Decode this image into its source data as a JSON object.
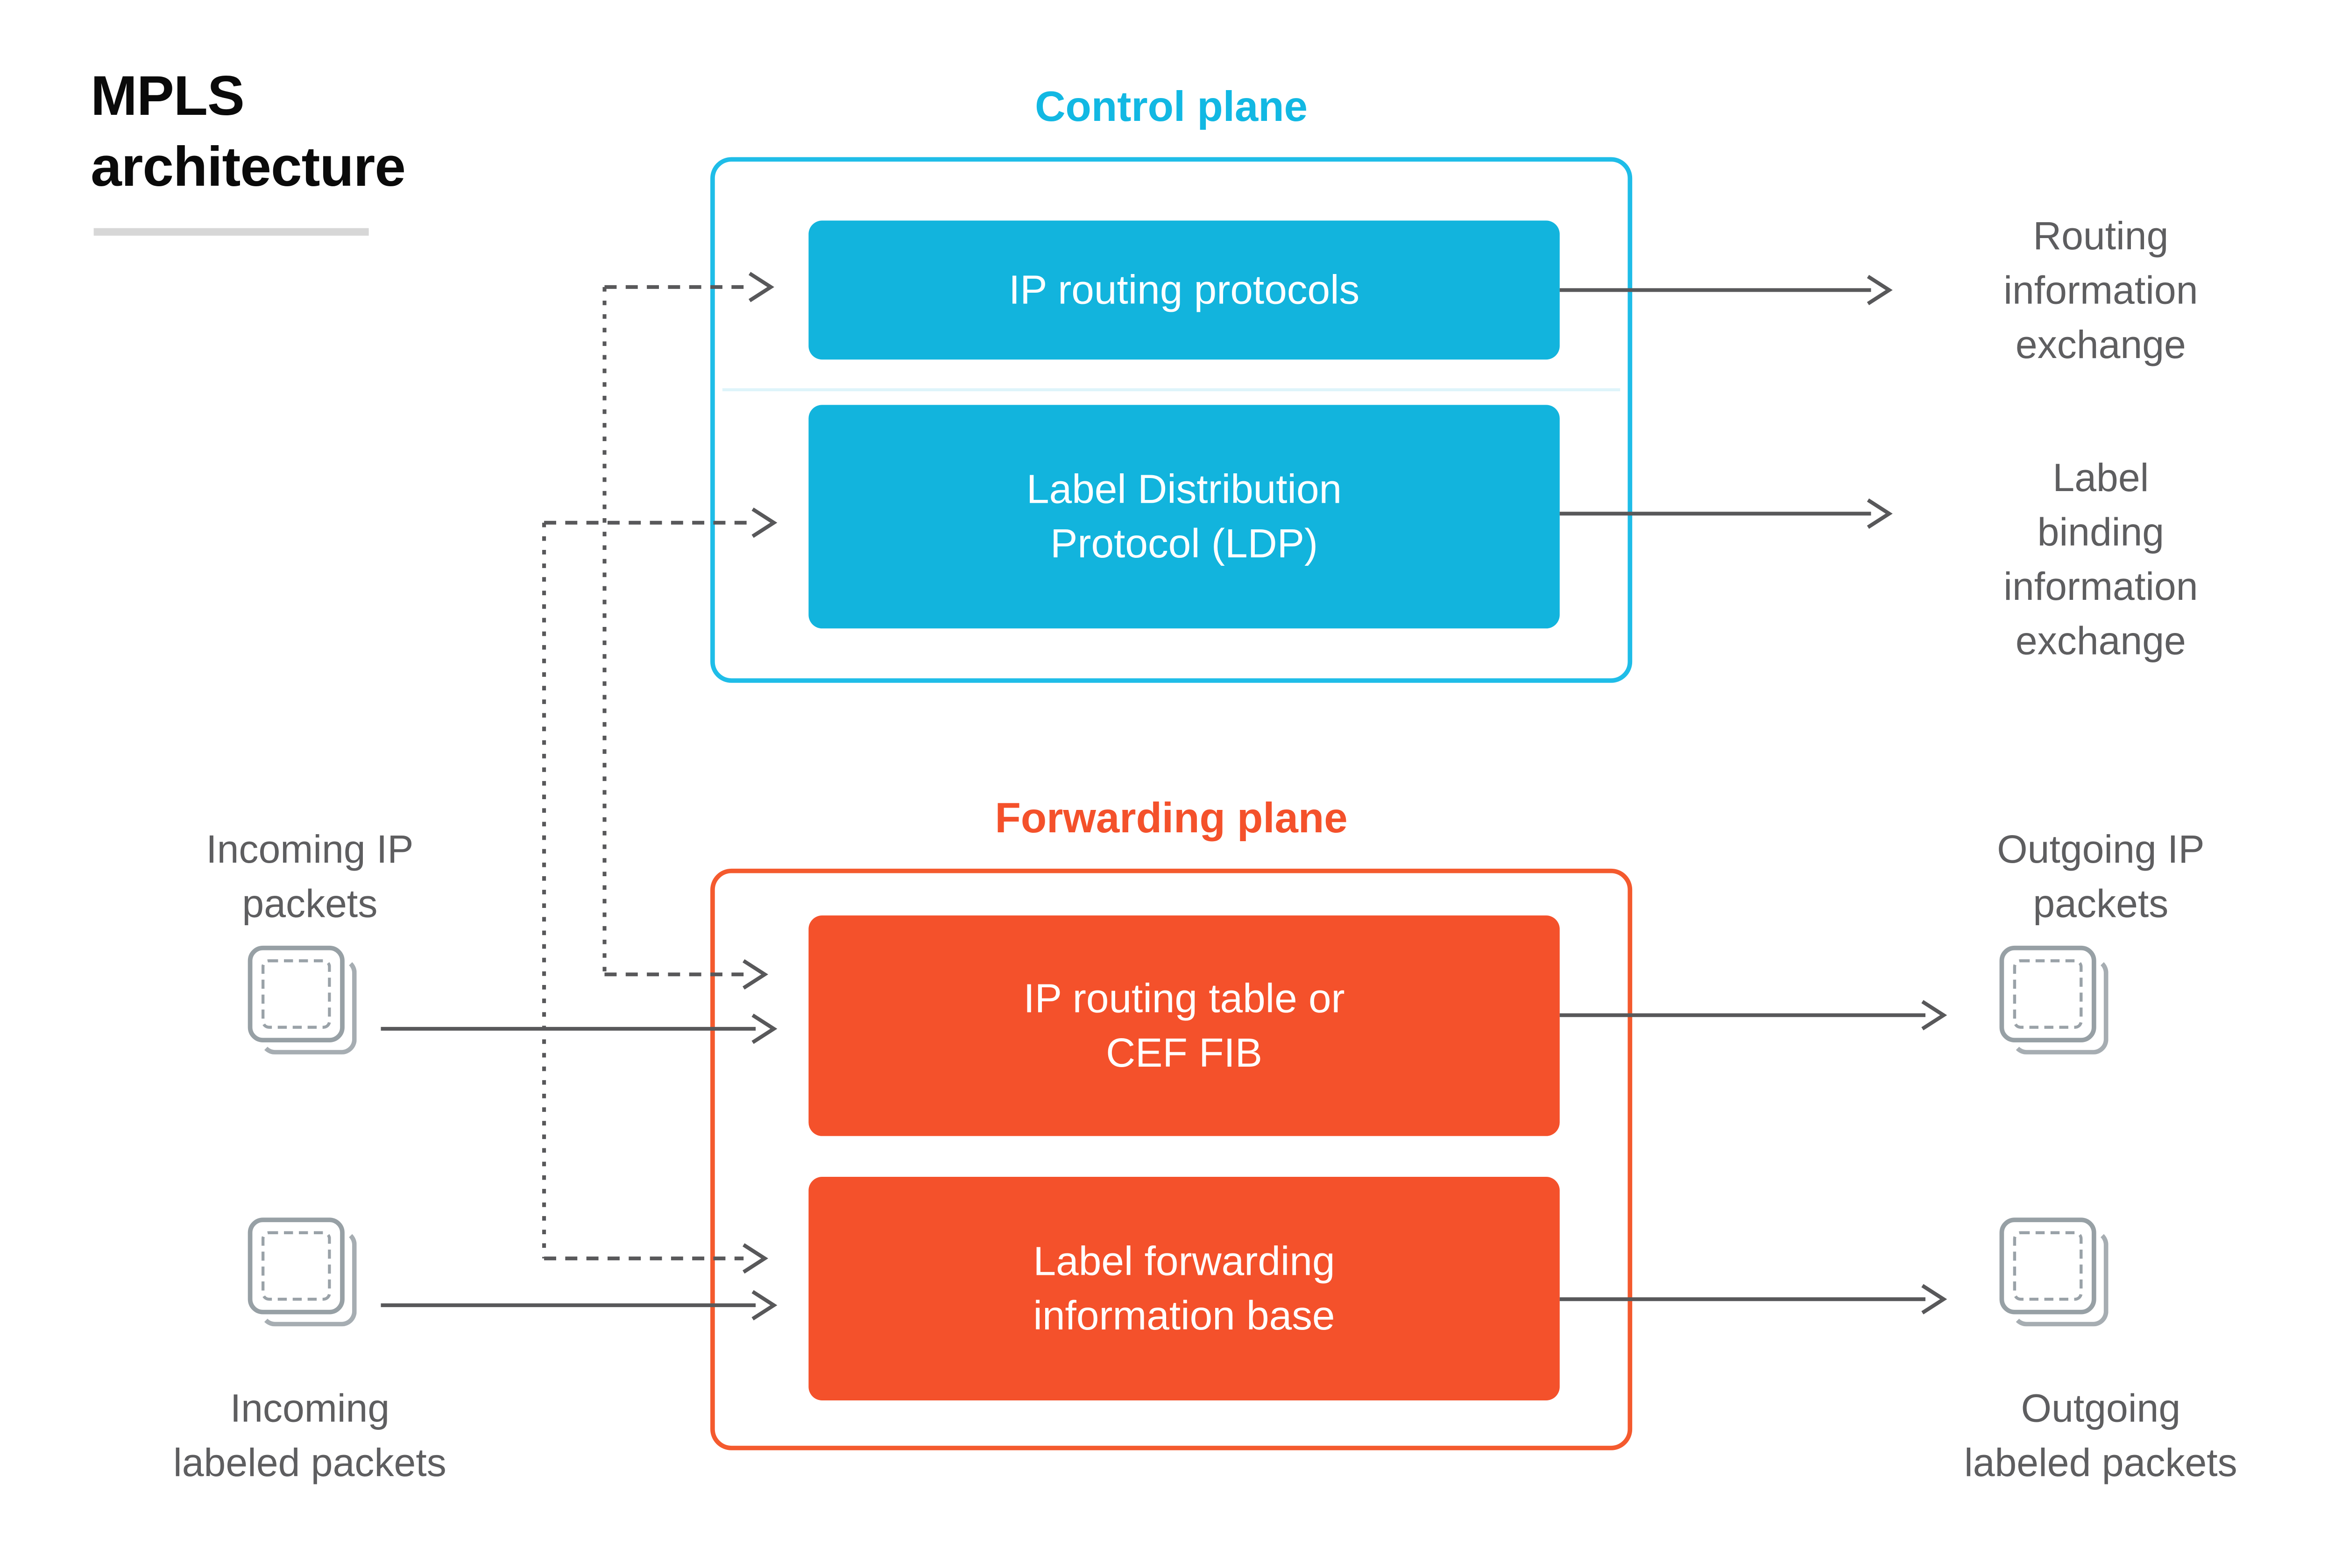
{
  "title": "MPLS\narchitecture",
  "control_plane": {
    "label": "Control plane",
    "boxes": [
      {
        "label": "IP routing protocols"
      },
      {
        "label": "Label Distribution\nProtocol (LDP)"
      }
    ]
  },
  "forwarding_plane": {
    "label": "Forwarding plane",
    "boxes": [
      {
        "label": "IP routing table or\nCEF FIB"
      },
      {
        "label": "Label forwarding\ninformation base"
      }
    ]
  },
  "left_labels": {
    "incoming_ip": "Incoming IP\npackets",
    "incoming_labeled": "Incoming\nlabeled packets"
  },
  "right_labels": {
    "routing_info": "Routing\ninformation\nexchange",
    "label_binding": "Label\nbinding\ninformation\nexchange",
    "outgoing_ip": "Outgoing IP\npackets",
    "outgoing_labeled": "Outgoing\nlabeled packets"
  },
  "icons": {
    "incoming_ip": "packet-stack-icon",
    "incoming_labeled": "packet-stack-icon",
    "outgoing_ip": "packet-stack-icon",
    "outgoing_labeled": "packet-stack-icon"
  },
  "colors": {
    "cyan_fill": "#12b4dd",
    "cyan_border": "#1fbde8",
    "cyan_heading": "#12b8e3",
    "orange": "#f4512b",
    "gray_label": "#5e5e60",
    "connector": "#58585a",
    "icon_gray": "#97a0a5",
    "title_underline": "#d7d7d7"
  }
}
